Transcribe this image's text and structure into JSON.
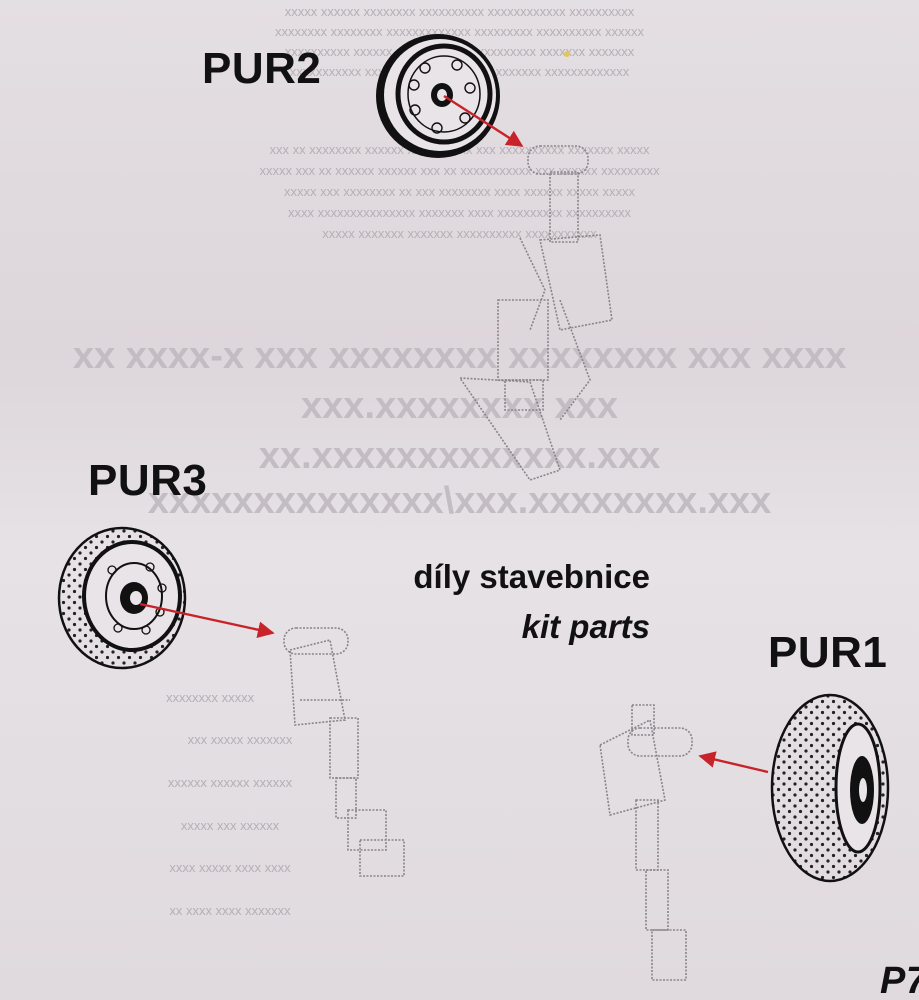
{
  "labels": {
    "pur2": "PUR2",
    "pur3": "PUR3",
    "pur1": "PUR1",
    "kit_parts_cz": "díly stavebnice",
    "kit_parts_en": "kit parts",
    "corner_fragment": "P7"
  },
  "colors": {
    "arrow": "#c8232a",
    "paper": "#e2dde1",
    "ink": "#111111",
    "line_art": "#8a8489",
    "bleed_through": "#a9a2a9"
  },
  "icons": [
    "wheel-pur2-icon",
    "wheel-pur3-icon",
    "wheel-pur1-icon",
    "landing-gear-leg-icon"
  ]
}
